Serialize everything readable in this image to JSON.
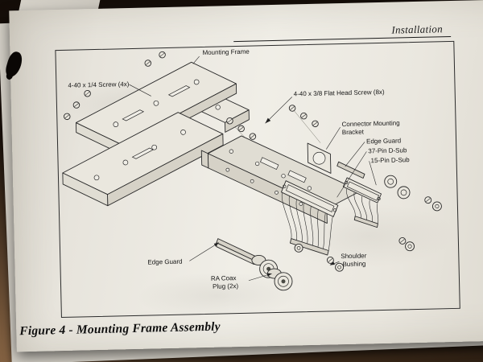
{
  "page": {
    "header": "Installation",
    "caption": "Figure 4 - Mounting Frame Assembly"
  },
  "figure": {
    "labels": {
      "mounting_frame": "Mounting Frame",
      "screw_quarter": "4-40 x 1/4 Screw (4x)",
      "screw_flathead": "4-40 x 3/8 Flat Head Screw (8x)",
      "bracket_line1": "Connector Mounting",
      "bracket_line2": "Bracket",
      "edge_guard_right": "Edge Guard",
      "dsub37": "37-Pin D-Sub",
      "dsub15": "15-Pin D-Sub",
      "edge_guard_left": "Edge Guard",
      "coax_line1": "RA Coax",
      "coax_line2": "Plug (2x)",
      "shoulder_line1": "Shoulder",
      "shoulder_line2": "Bushing"
    }
  },
  "colors": {
    "paper": "#ece9e1",
    "table_dark": "#20150d",
    "table_light": "#7c5c3e",
    "ink": "#1b1b1b"
  }
}
